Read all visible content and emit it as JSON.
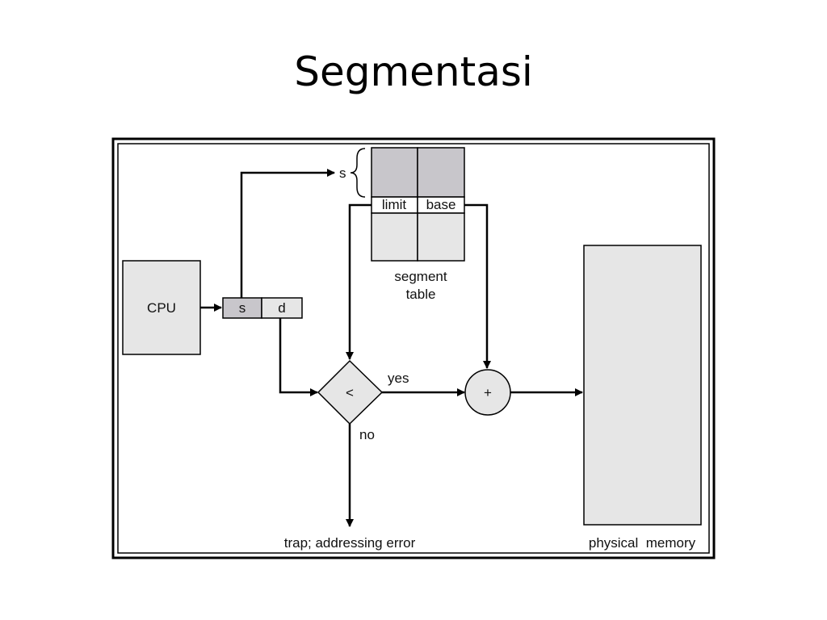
{
  "slide": {
    "title": "Segmentasi"
  },
  "diagram": {
    "cpu_label": "CPU",
    "address_s": "s",
    "address_d": "d",
    "segment_index_label": "s",
    "table": {
      "col_limit": "limit",
      "col_base": "base",
      "caption_line1": "segment",
      "caption_line2": "table"
    },
    "compare_symbol": "<",
    "adder_symbol": "+",
    "yes_label": "yes",
    "no_label": "no",
    "trap_label": "trap; addressing error",
    "memory_label": "physical  memory"
  },
  "colors": {
    "light_fill": "#e6e6e6",
    "dark_fill": "#c8c6cb",
    "line": "#000000"
  }
}
